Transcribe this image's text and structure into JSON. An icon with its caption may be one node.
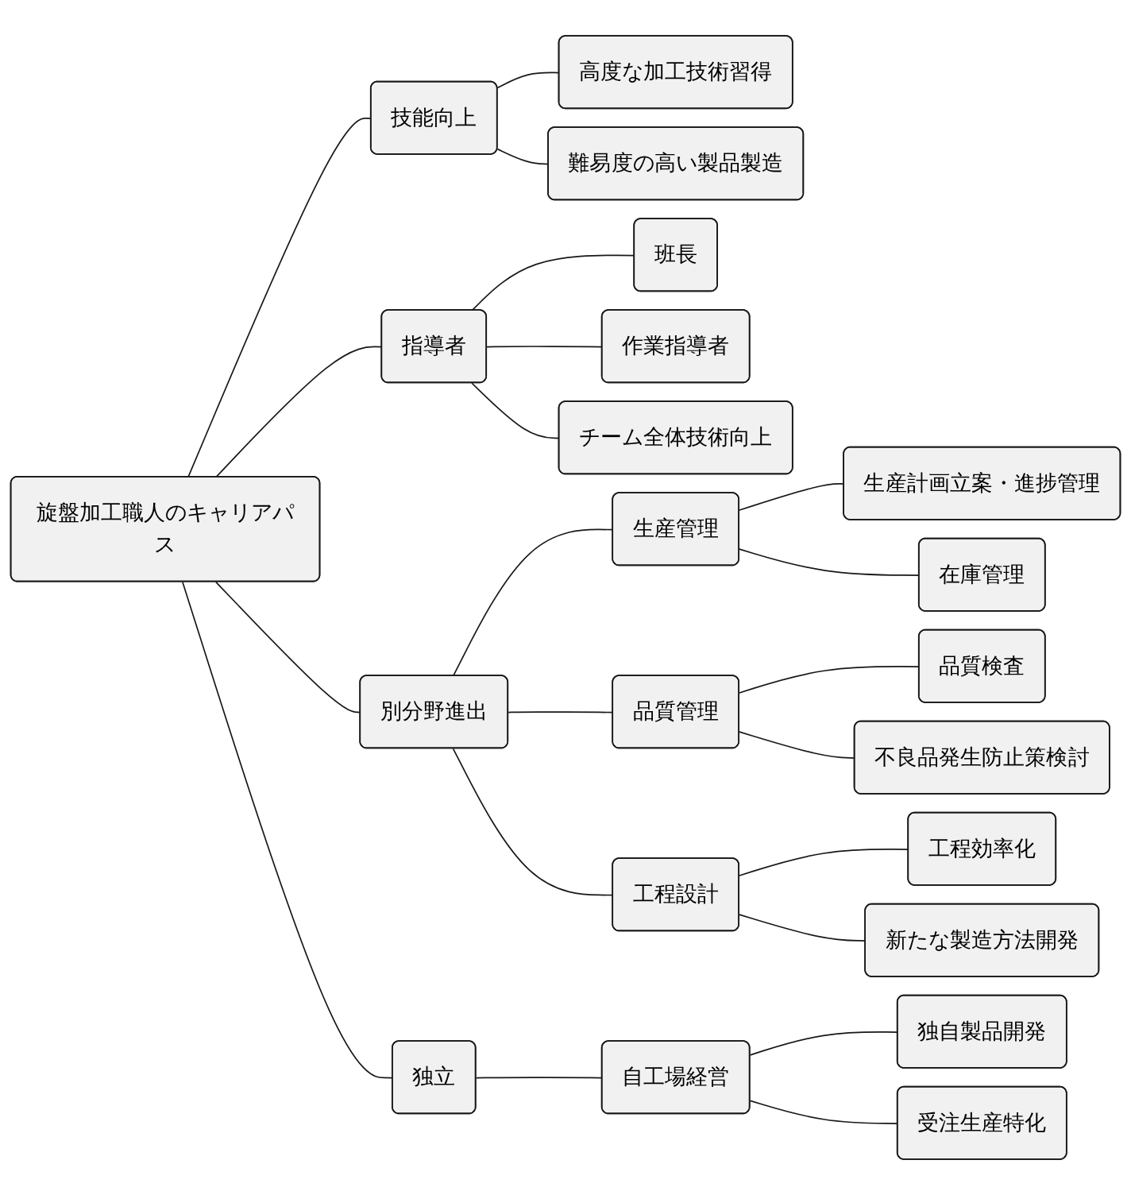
{
  "diagram": {
    "nodes": [
      {
        "text": [
          "旋盤加工職人のキャリアパス"
        ]
      },
      {
        "text": [
          "技能向上"
        ]
      },
      {
        "text": [
          "高度な加工技術習得"
        ]
      },
      {
        "text": [
          "難易度の高い製品製造"
        ]
      },
      {
        "text": [
          "指導者"
        ]
      },
      {
        "text": [
          "班長"
        ]
      },
      {
        "text": [
          "作業指導者"
        ]
      },
      {
        "text": [
          "チーム全体技術向上"
        ]
      },
      {
        "text": [
          "別分野進出"
        ]
      },
      {
        "text": [
          "生産管理"
        ]
      },
      {
        "text": [
          "生産計画立案・進捗管理"
        ]
      },
      {
        "text": [
          "在庫管理"
        ]
      },
      {
        "text": [
          "品質管理"
        ]
      },
      {
        "text": [
          "品質検査"
        ]
      },
      {
        "text": [
          "不良品発生防止策検討"
        ]
      },
      {
        "text": [
          "工程設計"
        ]
      },
      {
        "text": [
          "工程効率化"
        ]
      },
      {
        "text": [
          "新たな製造方法開発"
        ]
      },
      {
        "text": [
          "独立"
        ]
      },
      {
        "text": [
          "自工場経営"
        ]
      },
      {
        "text": [
          "独自製品開発"
        ]
      },
      {
        "text": [
          "受注生産特化"
        ]
      }
    ],
    "edges": [
      {
        "from": 0,
        "to": 1,
        "arrow": "none"
      },
      {
        "from": 1,
        "to": 2,
        "arrow": "none"
      },
      {
        "from": 1,
        "to": 3,
        "arrow": "none"
      },
      {
        "from": 0,
        "to": 4,
        "arrow": "none"
      },
      {
        "from": 4,
        "to": 5,
        "arrow": "none"
      },
      {
        "from": 4,
        "to": 6,
        "arrow": "none"
      },
      {
        "from": 4,
        "to": 7,
        "arrow": "none"
      },
      {
        "from": 0,
        "to": 8,
        "arrow": "none"
      },
      {
        "from": 8,
        "to": 9,
        "arrow": "none"
      },
      {
        "from": 9,
        "to": 10,
        "arrow": "none"
      },
      {
        "from": 9,
        "to": 11,
        "arrow": "none"
      },
      {
        "from": 8,
        "to": 12,
        "arrow": "none"
      },
      {
        "from": 12,
        "to": 13,
        "arrow": "none"
      },
      {
        "from": 12,
        "to": 14,
        "arrow": "none"
      },
      {
        "from": 8,
        "to": 15,
        "arrow": "none"
      },
      {
        "from": 15,
        "to": 16,
        "arrow": "none"
      },
      {
        "from": 15,
        "to": 17,
        "arrow": "none"
      },
      {
        "from": 0,
        "to": 18,
        "arrow": "none"
      },
      {
        "from": 18,
        "to": 19,
        "arrow": "none"
      },
      {
        "from": 19,
        "to": 20,
        "arrow": "none"
      },
      {
        "from": 19,
        "to": 21,
        "arrow": "none"
      }
    ]
  }
}
